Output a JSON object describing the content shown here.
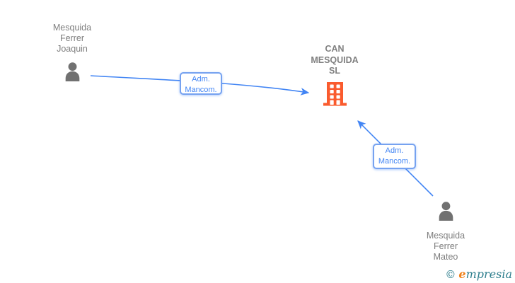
{
  "page": {
    "background": "#ffffff"
  },
  "colors": {
    "accent_blue": "#4285f4",
    "label_border_blue": "#76a2f0",
    "name_text_gray": "#7e7e7e",
    "person_icon_gray": "#717171",
    "building_orange": "#fa5b2e",
    "brand_teal": "#2f7f8e",
    "brand_orange": "#f08119"
  },
  "diagram": {
    "company": {
      "name": "CAN MESQUIDA SL",
      "name_lines": "CAN\nMESQUIDA\nSL",
      "icon": "building-icon"
    },
    "people": [
      {
        "name": "Mesquida Ferrer Joaquin",
        "name_lines": "Mesquida\nFerrer\nJoaquin",
        "icon": "person-icon"
      },
      {
        "name": "Mesquida Ferrer Mateo",
        "name_lines": "Mesquida\nFerrer\nMateo",
        "icon": "person-icon"
      }
    ],
    "relationships": [
      {
        "from": "Mesquida Ferrer Joaquin",
        "to": "CAN MESQUIDA SL",
        "label": "Adm. Mancom.",
        "label_lines": "Adm.\nMancom."
      },
      {
        "from": "Mesquida Ferrer Mateo",
        "to": "CAN MESQUIDA SL",
        "label": "Adm. Mancom.",
        "label_lines": "Adm.\nMancom."
      }
    ]
  },
  "footer": {
    "copyright_symbol": "©",
    "brand_initial": "e",
    "brand_rest": "mpresia",
    "brand": "empresia"
  }
}
